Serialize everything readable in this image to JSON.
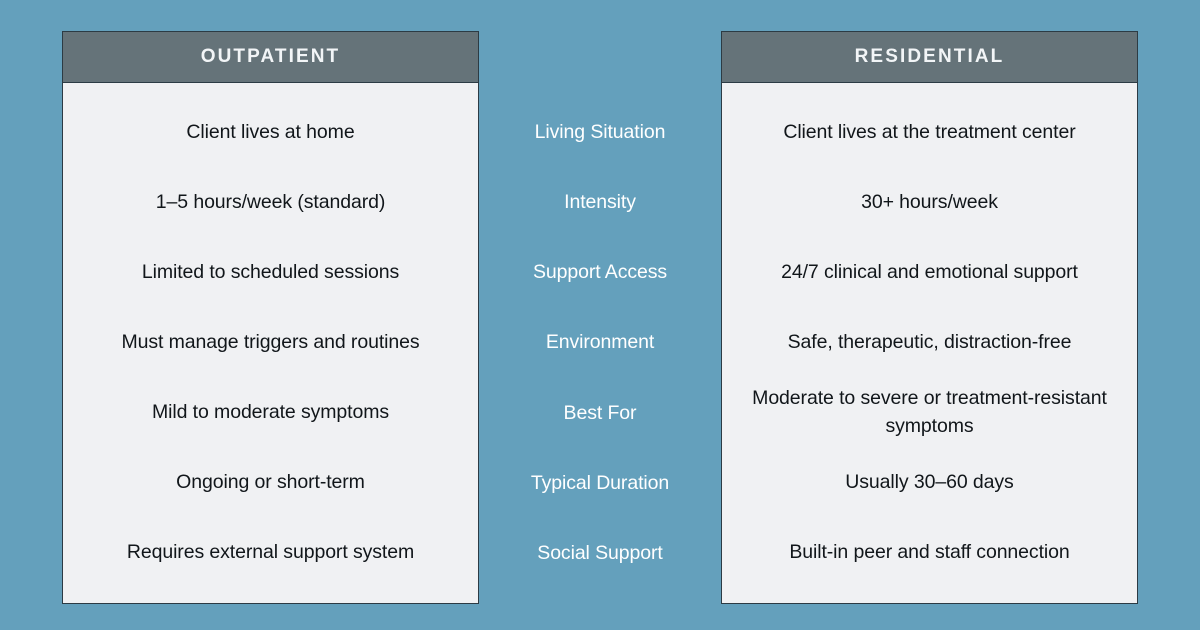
{
  "theme": {
    "background_color": "#64a0bc",
    "card_body_color": "#f0f1f3",
    "card_header_color": "#657379",
    "card_border_color": "#2c3b44",
    "body_text_color": "#11161a",
    "label_text_color": "#ffffff",
    "header_text_color": "#f2f5f7"
  },
  "comparison": {
    "left_column": {
      "header": "OUTPATIENT",
      "cells": [
        "Client lives at home",
        "1–5 hours/week (standard)",
        "Limited to scheduled sessions",
        "Must manage triggers and routines",
        "Mild to moderate symptoms",
        "Ongoing or short-term",
        "Requires external support system"
      ]
    },
    "middle_column": {
      "labels": [
        "Living Situation",
        "Intensity",
        "Support Access",
        "Environment",
        "Best For",
        "Typical Duration",
        "Social Support"
      ]
    },
    "right_column": {
      "header": "RESIDENTIAL",
      "cells": [
        "Client lives at the treatment center",
        "30+ hours/week",
        "24/7 clinical and emotional support",
        "Safe, therapeutic, distraction-free",
        "Moderate to severe or treatment-resistant symptoms",
        "Usually 30–60 days",
        "Built-in peer and staff connection"
      ]
    }
  }
}
